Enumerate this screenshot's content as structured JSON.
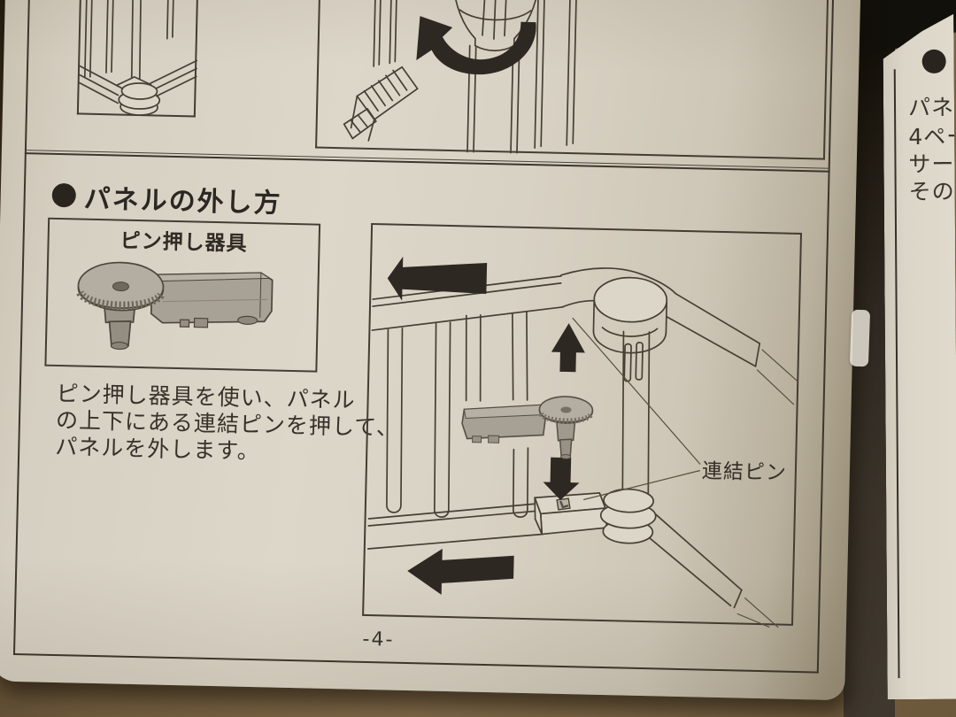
{
  "manual_page": {
    "page_number": "-4-",
    "section": {
      "bullet": "●",
      "title": "パネルの外し方"
    },
    "tool_figure": {
      "caption": "ピン押し器具"
    },
    "instruction_text": {
      "line1": "ピン押し器具を使い、パネル",
      "line2": "の上下にある連結ピンを押して、",
      "line3": "パネルを外します。"
    },
    "removal_diagram": {
      "callout_label": "連結ピン"
    }
  },
  "adjacent_page": {
    "bullet": "●",
    "clipped_lines": [
      "パネ",
      "4ペー",
      "サー",
      "その"
    ]
  },
  "colors": {
    "paper": "#d8d2c4",
    "line_art": "#464034",
    "arrow_black": "#2d2822",
    "tool_gray": "#a8a196",
    "table_brown": "#6e5a3d",
    "gap_shadow": "#1d1810"
  }
}
